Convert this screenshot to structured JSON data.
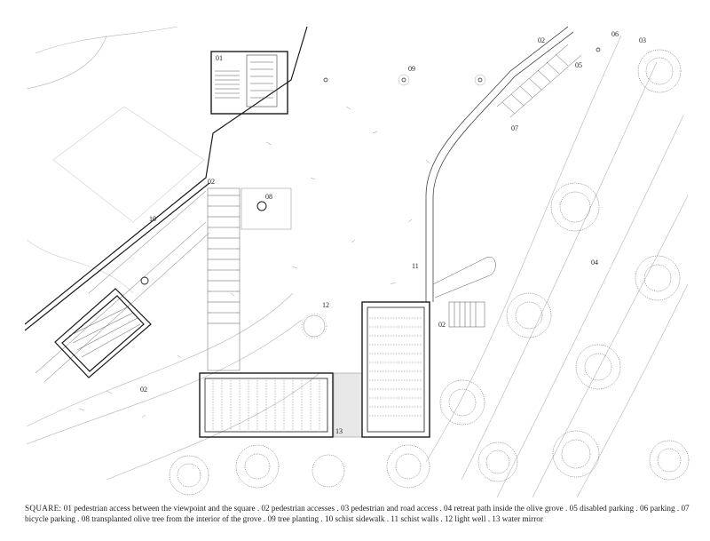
{
  "labels": {
    "n01": "01",
    "n02": "02",
    "n03": "03",
    "n04": "04",
    "n05": "05",
    "n06": "06",
    "n07": "07",
    "n08": "08",
    "n09": "09",
    "n10": "10",
    "n11": "11",
    "n12": "12",
    "n13": "13"
  },
  "legend": {
    "lead": "SQUARE:",
    "text": " 01 pedestrian access between the viewpoint and the square . 02 pedestrian accesses . 03 pedestrian and road access . 04 retreat path inside the olive grove . 05 disabled parking . 06 parking . 07 bicycle parking . 08 transplanted olive tree from the interior of the grove . 09 tree planting . 10 schist sidewalk . 11 schist walls . 12 light well . 13 water mirror"
  },
  "colors": {
    "ink": "#222222",
    "wall": "#1a1a1a",
    "contour": "#9a9a9a",
    "water": "#e8e8e8"
  }
}
